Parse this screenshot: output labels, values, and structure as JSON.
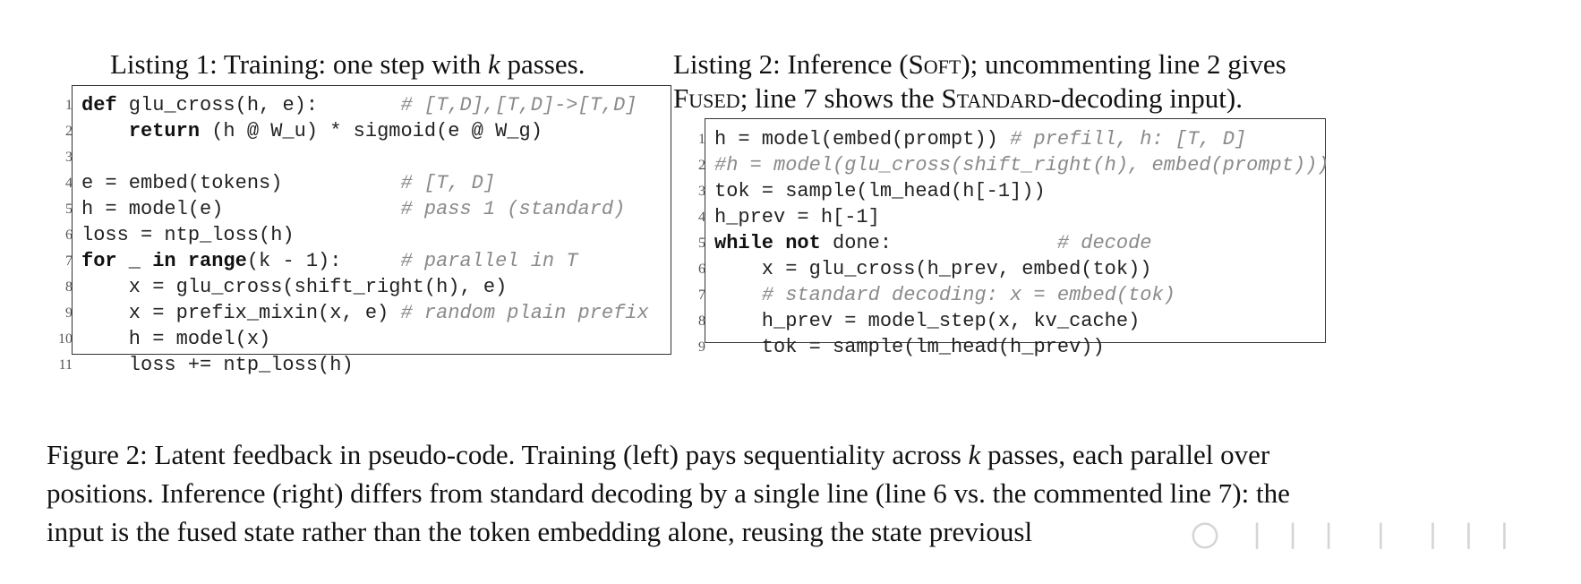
{
  "listing1": {
    "caption": {
      "prefix": "Listing 1: Training: one step with ",
      "k": "k",
      "suffix": " passes."
    },
    "lines": [
      {
        "n": "1",
        "parts": [
          {
            "t": "def",
            "s": "kw"
          },
          {
            "t": " glu_cross(h, e):       ",
            "s": ""
          },
          {
            "t": "# [T,D],[T,D]->[T,D]",
            "s": "cm"
          }
        ]
      },
      {
        "n": "2",
        "parts": [
          {
            "t": "    ",
            "s": ""
          },
          {
            "t": "return",
            "s": "kw"
          },
          {
            "t": " (h @ W_u) * sigmoid(e @ W_g)",
            "s": ""
          }
        ]
      },
      {
        "n": "3",
        "parts": []
      },
      {
        "n": "4",
        "parts": [
          {
            "t": "e = embed(tokens)          ",
            "s": ""
          },
          {
            "t": "# [T, D]",
            "s": "cm"
          }
        ]
      },
      {
        "n": "5",
        "parts": [
          {
            "t": "h = model(e)               ",
            "s": ""
          },
          {
            "t": "# pass 1 (standard)",
            "s": "cm"
          }
        ]
      },
      {
        "n": "6",
        "parts": [
          {
            "t": "loss = ntp_loss(h)",
            "s": ""
          }
        ]
      },
      {
        "n": "7",
        "parts": [
          {
            "t": "for",
            "s": "kw"
          },
          {
            "t": " _ ",
            "s": ""
          },
          {
            "t": "in",
            "s": "kw"
          },
          {
            "t": " ",
            "s": ""
          },
          {
            "t": "range",
            "s": "kw"
          },
          {
            "t": "(k - 1):     ",
            "s": ""
          },
          {
            "t": "# parallel in T",
            "s": "cm"
          }
        ]
      },
      {
        "n": "8",
        "parts": [
          {
            "t": "    x = glu_cross(shift_right(h), e)",
            "s": ""
          }
        ]
      },
      {
        "n": "9",
        "parts": [
          {
            "t": "    x = prefix_mixin(x, e) ",
            "s": ""
          },
          {
            "t": "# random plain prefix",
            "s": "cm"
          }
        ]
      },
      {
        "n": "10",
        "parts": [
          {
            "t": "    h = model(x)",
            "s": ""
          }
        ]
      },
      {
        "n": "11",
        "parts": [
          {
            "t": "    loss += ntp_loss(h)",
            "s": ""
          }
        ]
      }
    ]
  },
  "listing2": {
    "caption": {
      "line1_a": "Listing 2: Inference (",
      "line1_sc": "Soft",
      "line1_b": "); uncommenting line 2 gives",
      "line2_sc1": "Fused",
      "line2_a": "; line 7 shows the ",
      "line2_sc2": "Standard",
      "line2_b": "-decoding input)."
    },
    "lines": [
      {
        "n": "1",
        "parts": [
          {
            "t": "h = model(embed(prompt)) ",
            "s": ""
          },
          {
            "t": "# prefill, h: [T, D]",
            "s": "cm"
          }
        ]
      },
      {
        "n": "2",
        "parts": [
          {
            "t": "#h = model(glu_cross(shift_right(h), embed(prompt)))",
            "s": "cm"
          }
        ]
      },
      {
        "n": "3",
        "parts": [
          {
            "t": "tok = sample(lm_head(h[-1]))",
            "s": ""
          }
        ]
      },
      {
        "n": "4",
        "parts": [
          {
            "t": "h_prev = h[-1]",
            "s": ""
          }
        ]
      },
      {
        "n": "5",
        "parts": [
          {
            "t": "while",
            "s": "kw"
          },
          {
            "t": " ",
            "s": ""
          },
          {
            "t": "not",
            "s": "kw"
          },
          {
            "t": " done:              ",
            "s": ""
          },
          {
            "t": "# decode",
            "s": "cm"
          }
        ]
      },
      {
        "n": "6",
        "parts": [
          {
            "t": "    x = glu_cross(h_prev, embed(tok))",
            "s": ""
          }
        ]
      },
      {
        "n": "7",
        "parts": [
          {
            "t": "    ",
            "s": ""
          },
          {
            "t": "# standard decoding: x = embed(tok)",
            "s": "cm"
          }
        ]
      },
      {
        "n": "8",
        "parts": [
          {
            "t": "    h_prev = model_step(x, kv_cache)",
            "s": ""
          }
        ]
      },
      {
        "n": "9",
        "parts": [
          {
            "t": "    tok = sample(lm_head(h_prev))",
            "s": ""
          }
        ]
      }
    ]
  },
  "figure_caption": {
    "line1_a": "Figure 2: Latent feedback in pseudo-code. Training (left) pays sequentiality across ",
    "line1_k": "k",
    "line1_b": " passes, each parallel over",
    "line2": "positions. Inference (right) differs from standard decoding by a single line (line 6 vs. the commented line 7): the",
    "line3": "input is the fused state rather than the token embedding alone, reusing the state previousl"
  },
  "watermark": {
    "text": "〇 丨丨丨 丨 丨丨丨"
  }
}
